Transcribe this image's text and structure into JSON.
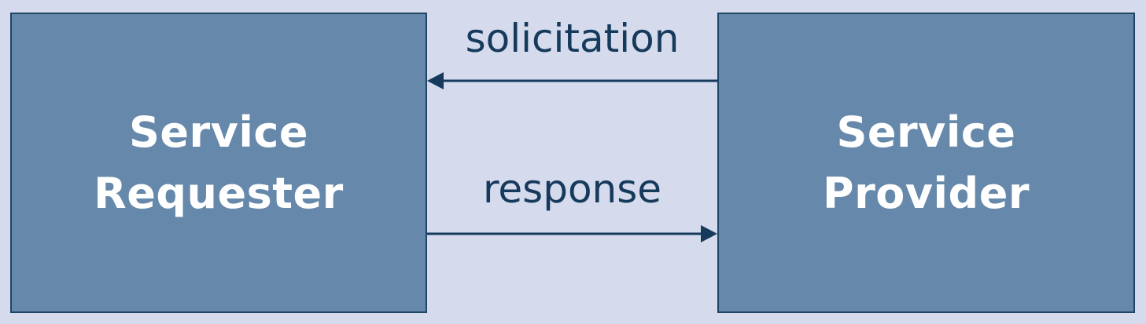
{
  "diagram": {
    "left_box": {
      "line1": "Service",
      "line2": "Requester"
    },
    "right_box": {
      "line1": "Service",
      "line2": "Provider"
    },
    "top_arrow": {
      "label": "solicitation",
      "direction": "right-to-left"
    },
    "bottom_arrow": {
      "label": "response",
      "direction": "left-to-right"
    }
  },
  "colors": {
    "background": "#d5dbec",
    "box_fill": "#6689ab",
    "box_border": "#1f4566",
    "box_text": "#ffffff",
    "arrow": "#163a5c"
  }
}
